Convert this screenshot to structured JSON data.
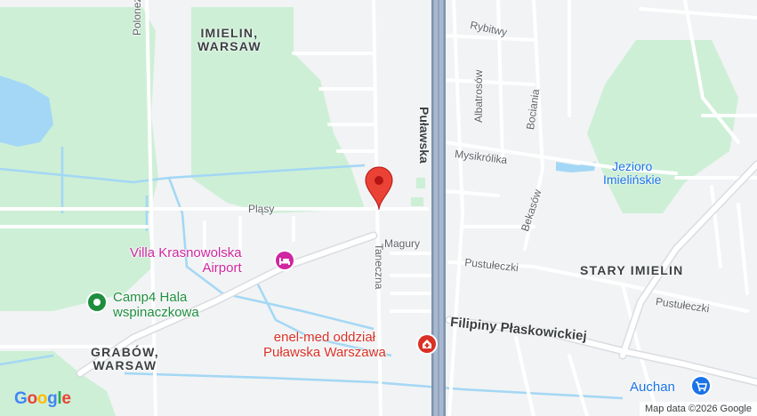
{
  "map": {
    "districts": [
      "IMIELIN,",
      "WARSAW",
      "STARY IMIELIN",
      "GRABÓW,",
      "WARSAW"
    ],
    "streets": {
      "poloneza": "Poloneza",
      "rybitwy": "Rybitwy",
      "albatrosow": "Albatrosów",
      "bociania": "Bociania",
      "pulawska": "Puławska",
      "mysikrolika": "Mysikrólika",
      "bekasow": "Bekasów",
      "plasy": "Pląsy",
      "magury": "Magury",
      "taneczna": "Taneczna",
      "pustuleczki_1": "Pustułeczki",
      "pustuleczki_2": "Pustułeczki",
      "filipiny": "Filipiny Płaskowickiej"
    },
    "water": [
      "Jezioro",
      "Imielińskie"
    ],
    "pois": {
      "villa": [
        "Villa Krasnowolska",
        "Airport"
      ],
      "camp4": [
        "Camp4 Hala",
        "wspinaczkowa"
      ],
      "enelmed": [
        "enel-med oddział",
        "Puławska Warszawa"
      ],
      "auchan": "Auchan"
    },
    "icons": {
      "pin": "map-pin-icon",
      "hotel": "bed-icon",
      "park": "park-icon",
      "medical": "medical-icon",
      "shop": "shopping-cart-icon"
    },
    "colors": {
      "pin": "#ea4335",
      "park": "#cdefd6",
      "water": "#a3d7f5",
      "highway": "#8fa4bf",
      "hotel": "#d0269f",
      "medical": "#d93025",
      "shop": "#1a73e8"
    }
  },
  "branding": {
    "logo": [
      "G",
      "o",
      "o",
      "g",
      "l",
      "e"
    ],
    "attribution": "Map data ©2026 Google"
  }
}
